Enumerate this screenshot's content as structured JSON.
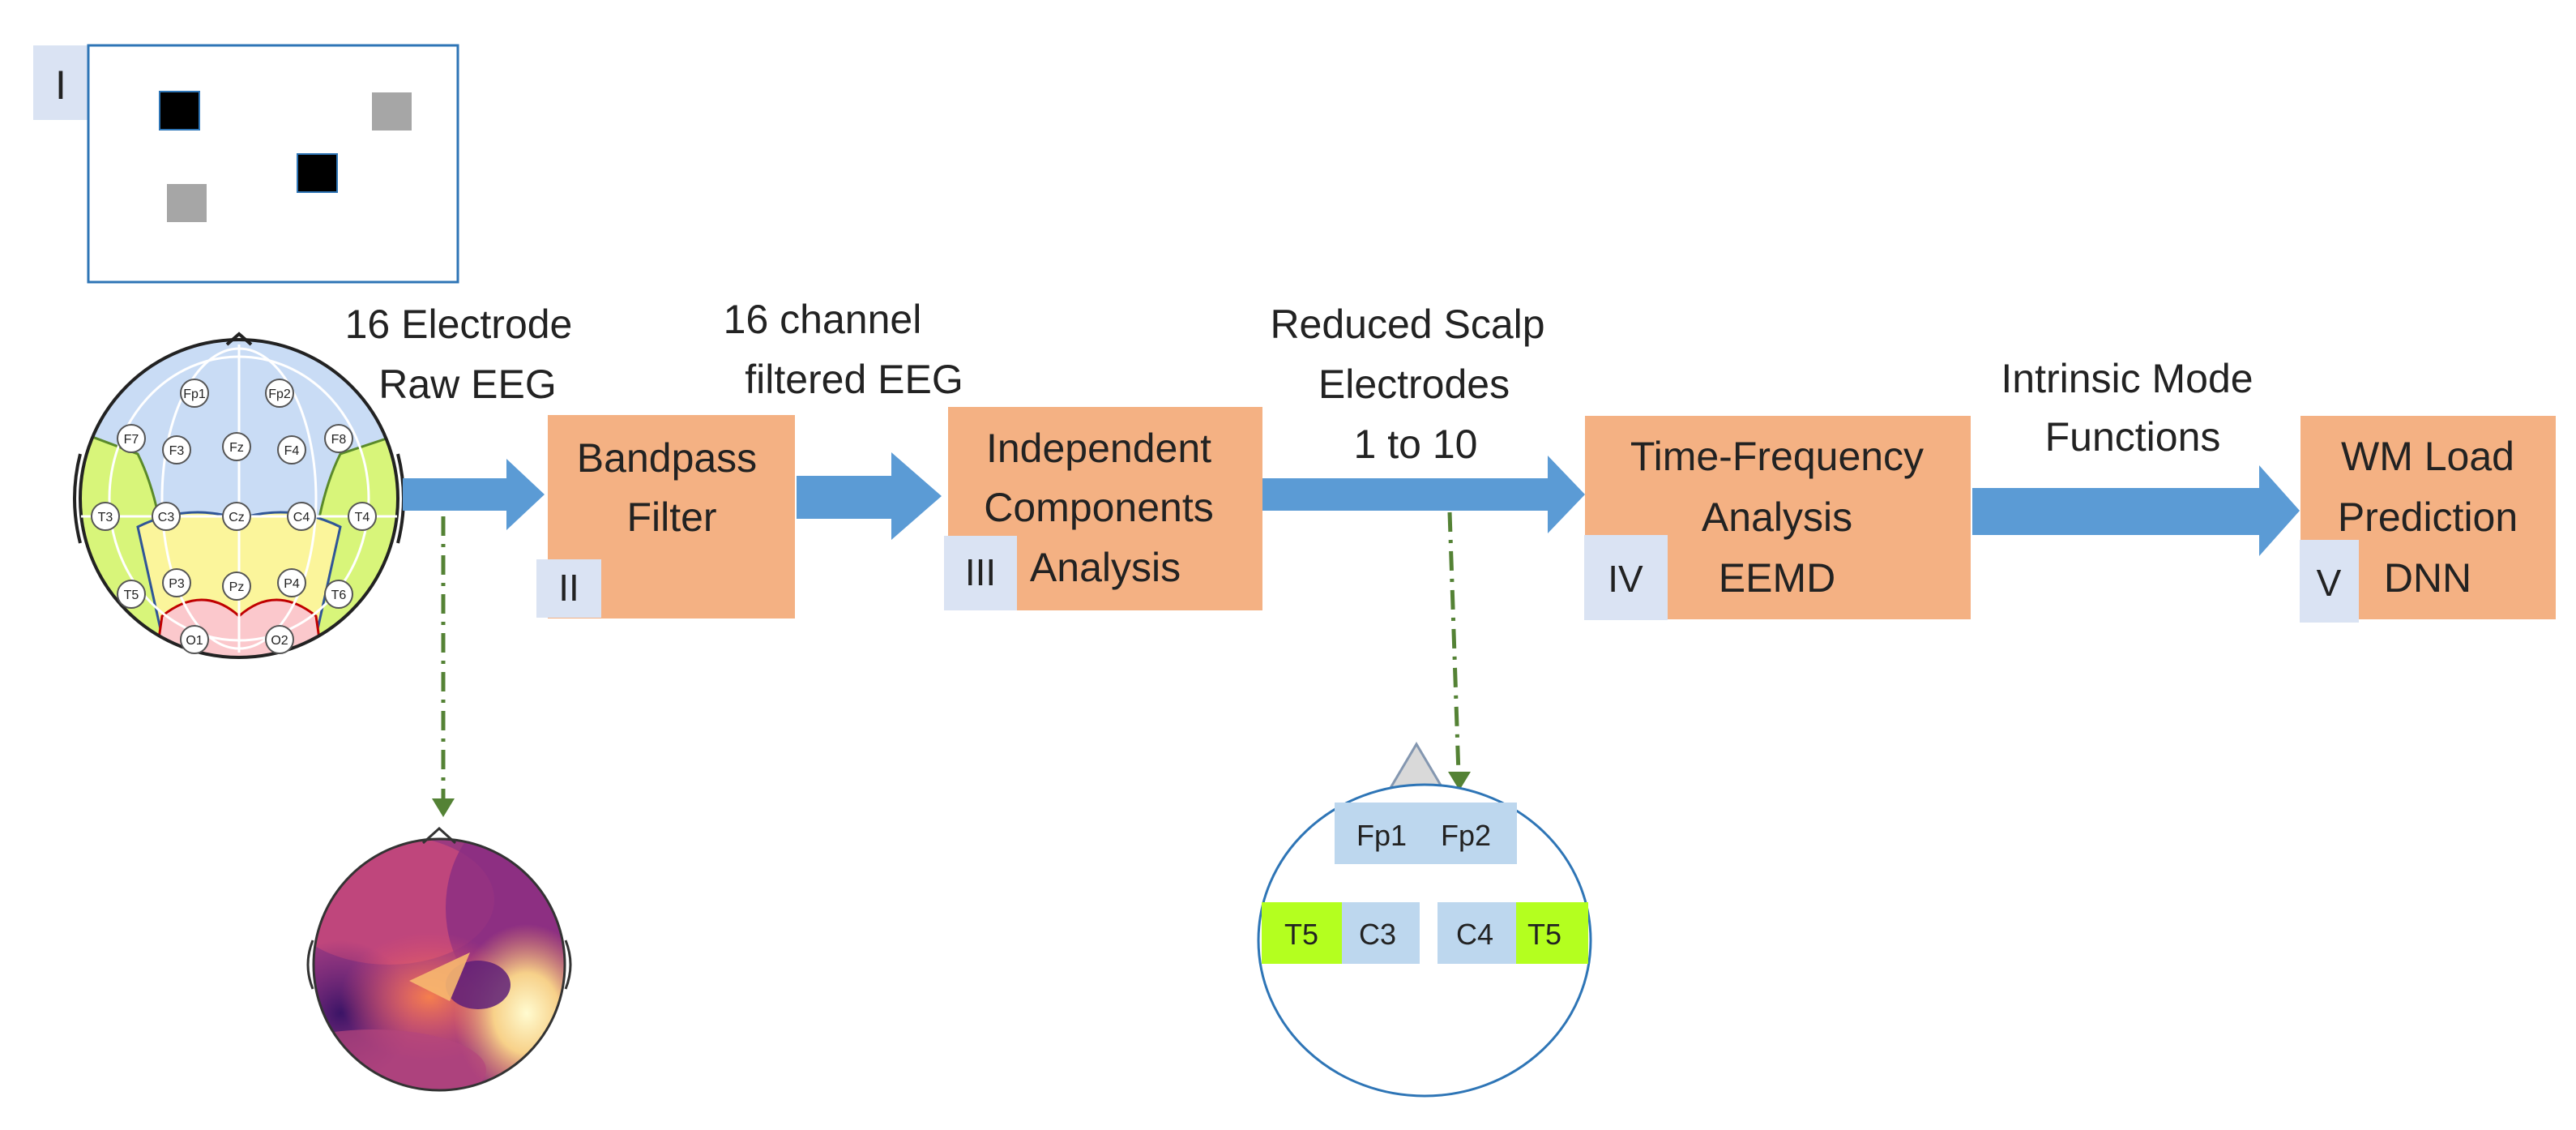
{
  "panel_I": {
    "label": "I"
  },
  "arrows": {
    "a1": [
      "16 Electrode",
      "Raw EEG"
    ],
    "a2": [
      "16 channel",
      "filtered EEG"
    ],
    "a3": [
      "Reduced Scalp",
      "Electrodes",
      "1 to 10"
    ],
    "a4": [
      "Intrinsic Mode",
      "Functions"
    ]
  },
  "stages": [
    {
      "id": "II",
      "lines": [
        "Bandpass",
        "Filter"
      ]
    },
    {
      "id": "III",
      "lines": [
        "Independent",
        "Components",
        "Analysis"
      ]
    },
    {
      "id": "IV",
      "lines": [
        "Time-Frequency",
        "Analysis",
        "EEMD"
      ]
    },
    {
      "id": "V",
      "lines": [
        "WM Load",
        "Prediction",
        "DNN"
      ]
    }
  ],
  "electrodes": [
    "Fp1",
    "Fp2",
    "F7",
    "F3",
    "Fz",
    "F4",
    "F8",
    "T3",
    "C3",
    "Cz",
    "C4",
    "T4",
    "T5",
    "P3",
    "Pz",
    "P4",
    "T6",
    "O1",
    "O2"
  ],
  "reduced_head": {
    "top": [
      "Fp1",
      "Fp2"
    ],
    "left": [
      "T5",
      "C3"
    ],
    "right": [
      "C4",
      "T5"
    ]
  },
  "colors": {
    "box": "#f4b183",
    "label_box": "#dae3f3",
    "arrow": "#5b9bd5",
    "dashed": "#548235",
    "electrode_fill": "#bdd7ee",
    "green_electrode": "#b4ff1f",
    "head_frontal": "#c9dcf5",
    "head_temporal": "#d8f57a",
    "head_parietal": "#fbf59b",
    "head_occipital": "#fbc8cc"
  }
}
